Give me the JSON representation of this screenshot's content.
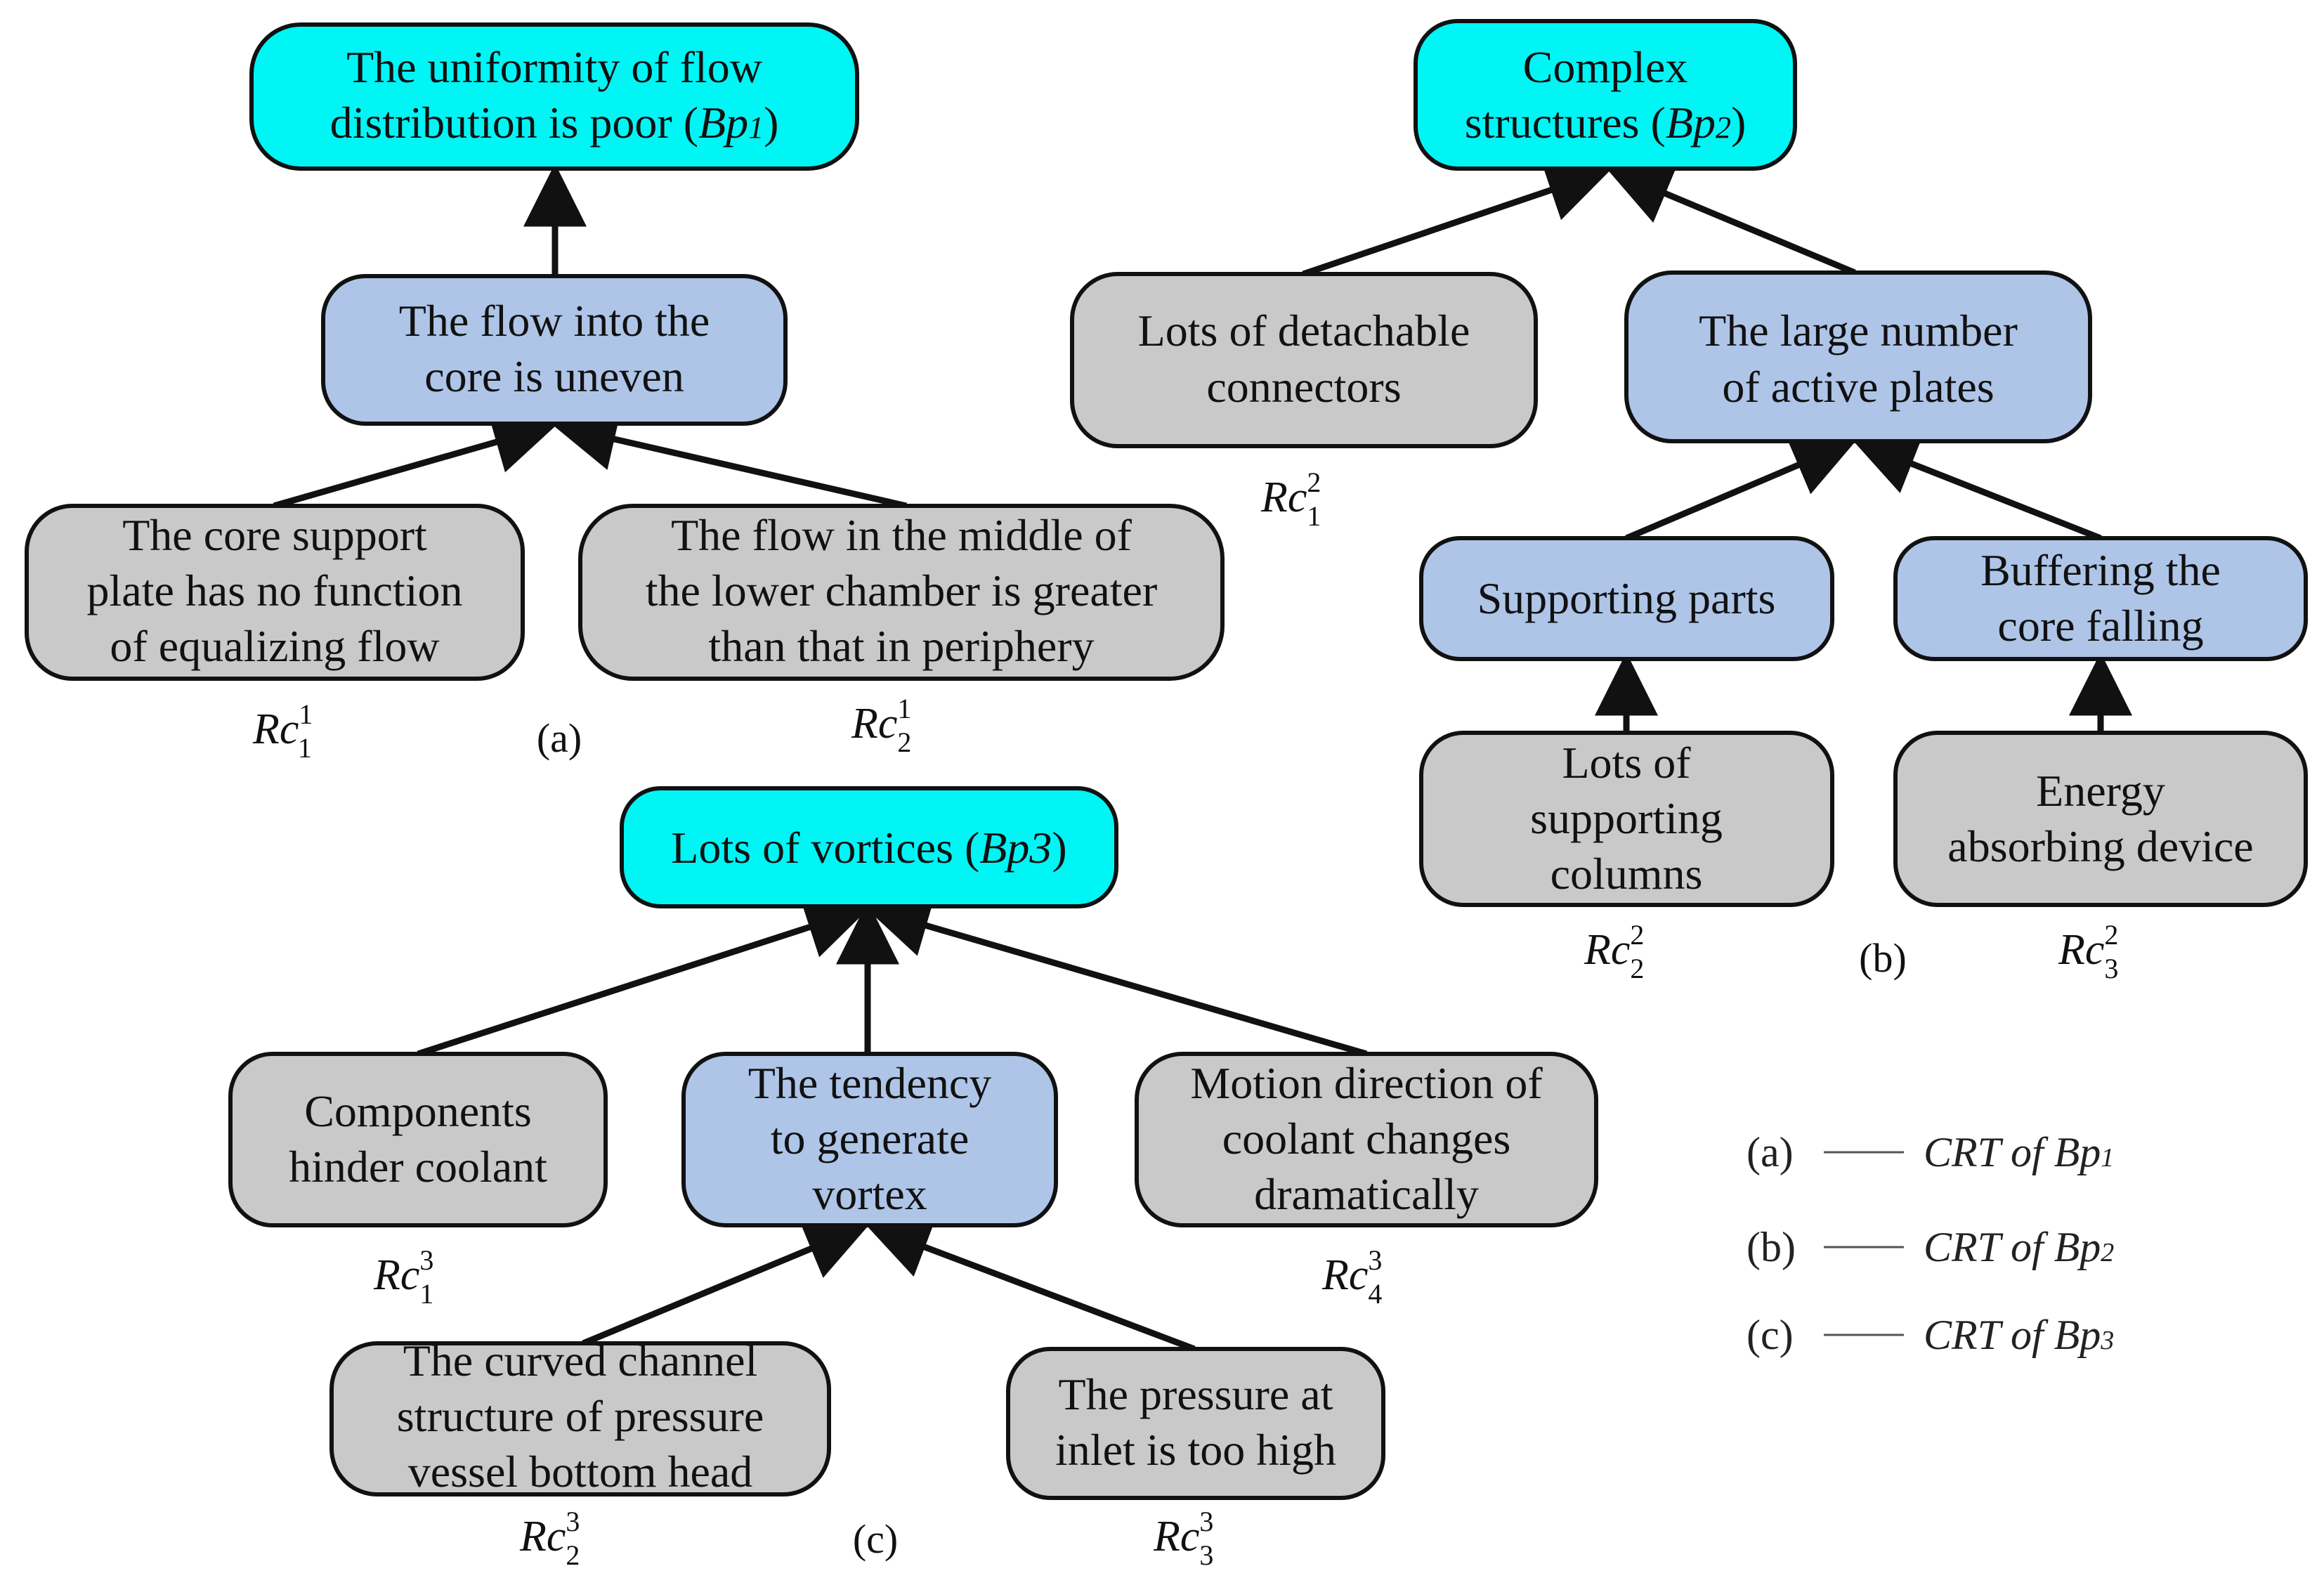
{
  "colors": {
    "top_box": "#00f5f5",
    "intermediate_box": "#aec5e8",
    "root_box": "#c9c9c9",
    "stroke": "#111111"
  },
  "nodes": {
    "bp1": {
      "lines": [
        "The uniformity of flow",
        "distribution is poor ("
      ],
      "label": "Bp",
      "index": "1",
      "close": ")"
    },
    "flow_into_core": {
      "lines": [
        "The flow into the",
        "core is uneven"
      ]
    },
    "core_support_plate": {
      "lines": [
        "The core support",
        "plate has no function",
        "of equalizing flow"
      ]
    },
    "flow_middle_lower": {
      "lines": [
        "The flow in the middle of",
        "the lower chamber is greater",
        "than that in periphery"
      ]
    },
    "bp2": {
      "lines": [
        "Complex",
        "structures  ("
      ],
      "label": "Bp",
      "index": "2",
      "close": ")"
    },
    "detachable_connectors": {
      "lines": [
        "Lots of detachable",
        "connectors"
      ]
    },
    "active_plates": {
      "lines": [
        "The large number",
        "of active plates"
      ]
    },
    "supporting_parts": {
      "lines": [
        "Supporting parts"
      ]
    },
    "buffering_core": {
      "lines": [
        "Buffering the",
        "core falling"
      ]
    },
    "supporting_columns": {
      "lines": [
        "Lots of",
        "supporting",
        "columns"
      ]
    },
    "energy_absorbing": {
      "lines": [
        "Energy",
        "absorbing device"
      ]
    },
    "bp3": {
      "lines": [
        "Lots of vortices  ("
      ],
      "label": "Bp3",
      "close": ")"
    },
    "components_hinder": {
      "lines": [
        "Components",
        "hinder coolant"
      ]
    },
    "tendency_vortex": {
      "lines": [
        "The tendency",
        "to generate",
        "vortex"
      ]
    },
    "motion_direction": {
      "lines": [
        "Motion direction of",
        "coolant changes",
        "dramatically"
      ]
    },
    "curved_channel": {
      "lines": [
        "The curved channel",
        "structure of pressure",
        "vessel bottom head"
      ]
    },
    "pressure_inlet": {
      "lines": [
        "The pressure at",
        "inlet is too high"
      ]
    }
  },
  "root_cause_labels": [
    {
      "base": "Rc",
      "sub": "1",
      "sup": "1"
    },
    {
      "base": "Rc",
      "sub": "2",
      "sup": "1"
    },
    {
      "base": "Rc",
      "sub": "1",
      "sup": "2"
    },
    {
      "base": "Rc",
      "sub": "2",
      "sup": "2"
    },
    {
      "base": "Rc",
      "sub": "3",
      "sup": "2"
    },
    {
      "base": "Rc",
      "sub": "1",
      "sup": "3"
    },
    {
      "base": "Rc",
      "sub": "4",
      "sup": "3"
    },
    {
      "base": "Rc",
      "sub": "2",
      "sup": "3"
    },
    {
      "base": "Rc",
      "sub": "3",
      "sup": "3"
    }
  ],
  "panel_labels": [
    "(a)",
    "(b)",
    "(c)"
  ],
  "legend": [
    {
      "key": "(a)",
      "text": "CRT of ",
      "label": "Bp",
      "index": "1"
    },
    {
      "key": "(b)",
      "text": "CRT of ",
      "label": "Bp",
      "index": "2"
    },
    {
      "key": "(c)",
      "text": "CRT of ",
      "label": "Bp",
      "index": "3"
    }
  ]
}
